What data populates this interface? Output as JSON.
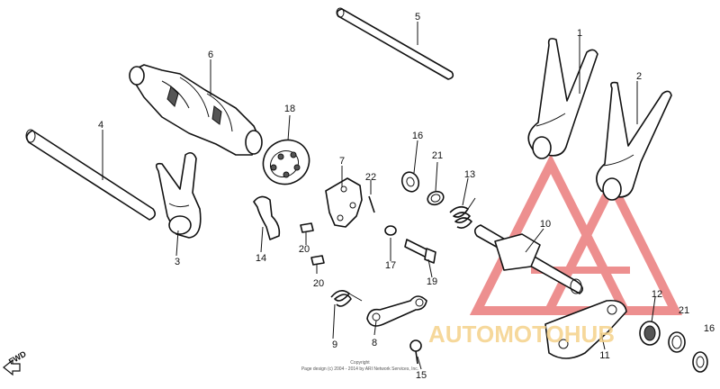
{
  "labels": {
    "p1": "1",
    "p2": "2",
    "p3": "3",
    "p4": "4",
    "p5": "5",
    "p6": "6",
    "p7": "7",
    "p8": "8",
    "p9": "9",
    "p10": "10",
    "p11": "11",
    "p12": "12",
    "p13": "13",
    "p14": "14",
    "p15": "15",
    "p16a": "16",
    "p16b": "16",
    "p17": "17",
    "p18": "18",
    "p19": "19",
    "p20a": "20",
    "p20b": "20",
    "p21a": "21",
    "p21b": "21",
    "p22": "22"
  },
  "fwd": "FWD",
  "copyright": {
    "line1": "Copyright",
    "line2": "Page design (c) 2004 - 2014 by ARI Network Services, Inc."
  },
  "watermark": "AUTOMOTOHUB",
  "colors": {
    "line": "#111111",
    "background": "#ffffff",
    "watermark_red": "#e86a6a",
    "watermark_text": "#f5d28a"
  }
}
